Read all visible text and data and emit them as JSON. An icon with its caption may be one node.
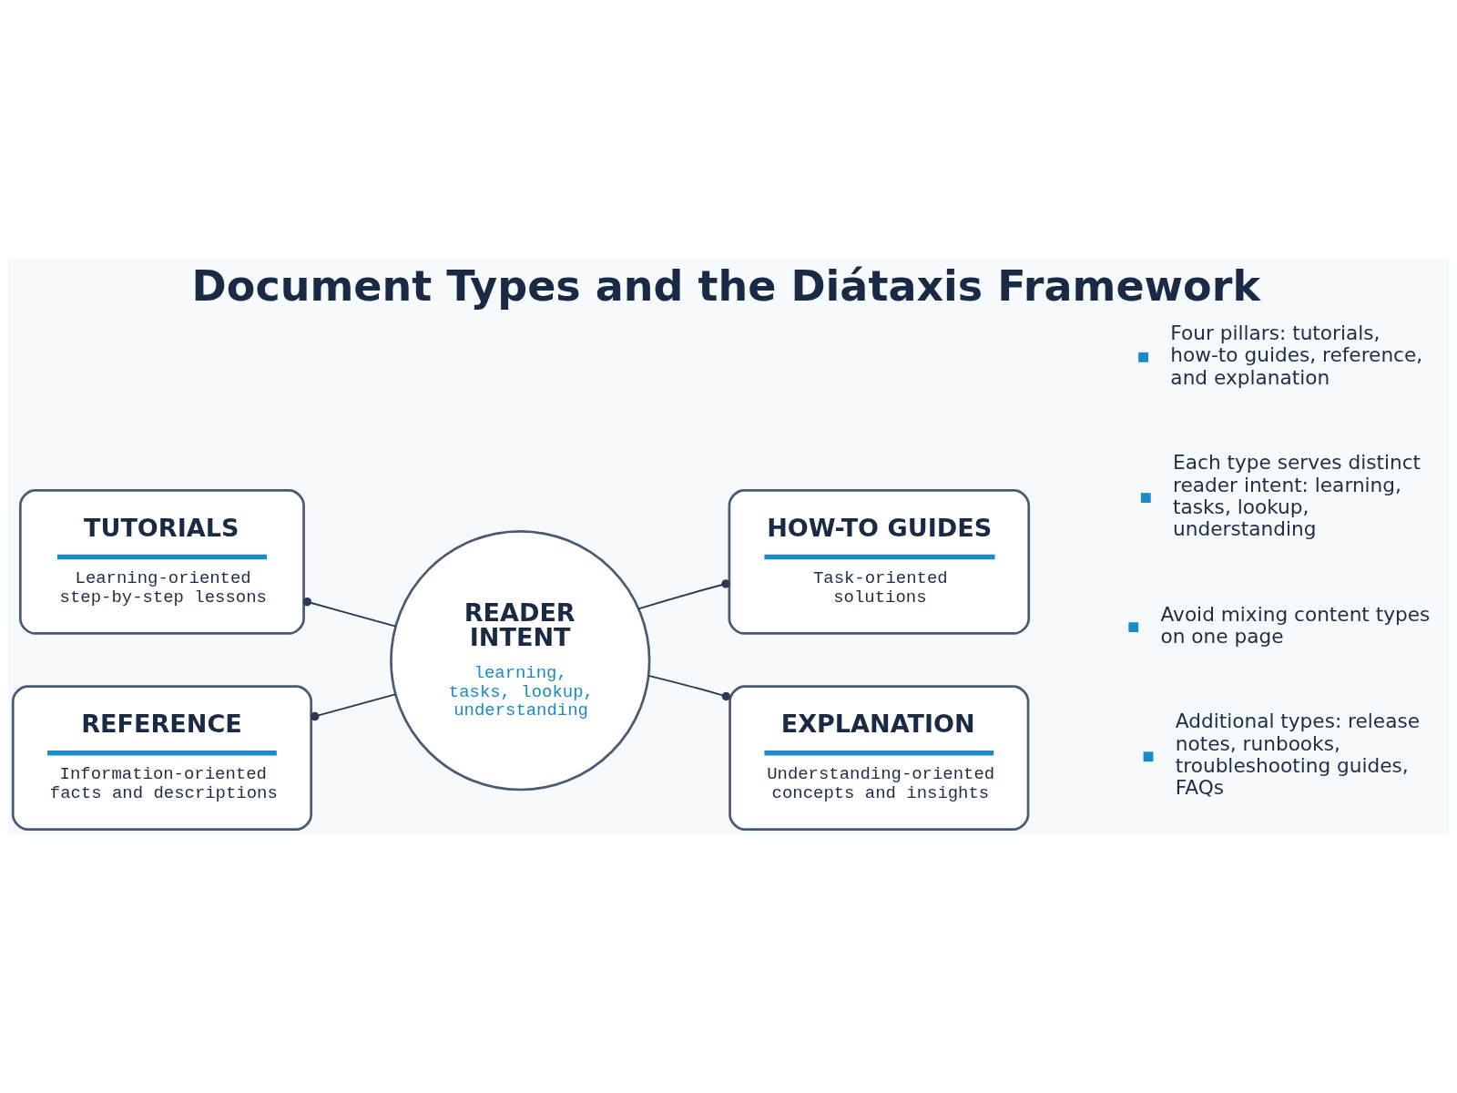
{
  "diagram": {
    "title": "Document Types and the Diátaxis Framework",
    "nodes": [
      {
        "text": [
          "TUTORIALS",
          "Learning-oriented step-by-step lessons"
        ]
      },
      {
        "text": [
          "HOW-TO GUIDES",
          "Task-oriented solutions"
        ]
      },
      {
        "text": [
          "READER INTENT",
          "learning, tasks, lookup, understanding"
        ]
      },
      {
        "text": [
          "REFERENCE",
          "Information-oriented facts and descriptions"
        ]
      },
      {
        "text": [
          "EXPLANATION",
          "Understanding-oriented concepts and insights"
        ]
      }
    ],
    "edges": [
      {
        "from": 0,
        "to": 2,
        "arrow": "other"
      },
      {
        "from": 1,
        "to": 2,
        "arrow": "other"
      },
      {
        "from": 3,
        "to": 2,
        "arrow": "other"
      },
      {
        "from": 4,
        "to": 2,
        "arrow": "other"
      }
    ],
    "labels": [
      "Four pillars: tutorials, how-to guides, reference, and explanation",
      "Each type serves distinct reader intent: learning, tasks, lookup, understanding",
      "Avoid mixing content types on one page",
      "Additional types: release notes, runbooks, troubleshooting guides, FAQs"
    ]
  }
}
